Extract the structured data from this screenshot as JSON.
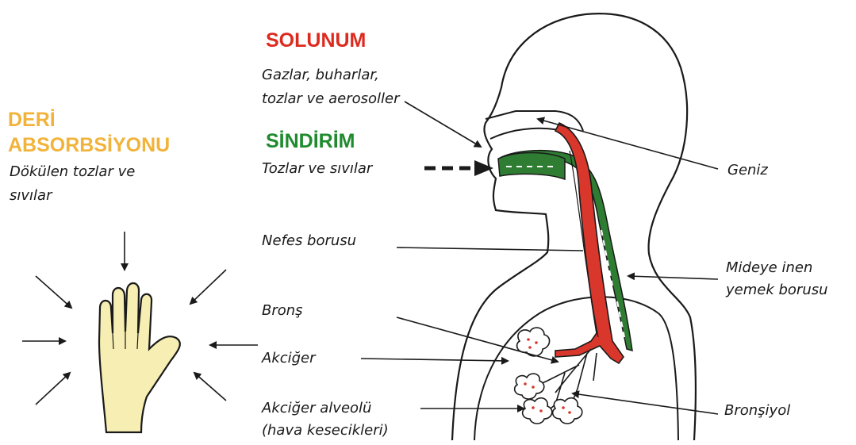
{
  "colors": {
    "respiration": "#dd2a1f",
    "digestion": "#1f8a2e",
    "skin": "#f2b33a",
    "hand_fill": "#f6eeb2",
    "trachea_fill": "#d9372c",
    "esophagus_fill": "#2e7d32",
    "outline": "#1a1a1a"
  },
  "routes": {
    "respiration": {
      "title": "SOLUNUM",
      "line1": "Gazlar, buharlar,",
      "line2": "tozlar ve aerosoller"
    },
    "digestion": {
      "title": "SİNDİRİM",
      "desc": "Tozlar ve sıvılar"
    },
    "skin": {
      "title1": "DERİ",
      "title2": "ABSORBSİYONU",
      "line1": "Dökülen tozlar ve",
      "line2": "sıvılar"
    }
  },
  "labels": {
    "geniz": "Geniz",
    "nefes_borusu": "Nefes borusu",
    "mideye_line1": "Mideye inen",
    "mideye_line2": "yemek borusu",
    "brons": "Bronş",
    "akciger": "Akciğer",
    "alveol_line1": "Akciğer alveolü",
    "alveol_line2": "(hava kesecikleri)",
    "bronsiyol": "Bronşiyol"
  },
  "icons": {
    "hand": "open-hand-icon",
    "arrows": "inward-arrow-icon"
  }
}
